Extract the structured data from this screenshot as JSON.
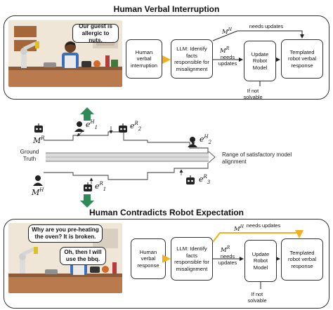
{
  "top": {
    "title": "Human Verbal Interruption",
    "speech": "Our guest is allergic to nuts.",
    "boxes": {
      "human": "Human verbal interruption",
      "llm": "LLM: Identify facts responsible for misalignment",
      "update": "Update Robot Model",
      "templated": "Templated robot verbal response"
    },
    "labels": {
      "mh_needs": "needs updates",
      "mr_needs": "needs updates",
      "not_solvable": "If not solvable"
    }
  },
  "middle": {
    "ground_truth": "Ground Truth",
    "range": "Range of satisfactory model alignment"
  },
  "bottom": {
    "title": "Human Contradicts Robot Expectation",
    "speech1": "Why are you pre-heating the oven? It is broken.",
    "speech2": "Oh, then I will use the bbq.",
    "boxes": {
      "human": "Human verbal response",
      "llm": "LLM: Identify facts responsible for misalignment",
      "update": "Update Robot Model",
      "templated": "Templated robot verbal response"
    },
    "labels": {
      "mh_needs": "needs updates",
      "mr_needs": "needs updates",
      "not_solvable": "If not solvable"
    }
  },
  "colors": {
    "accent_orange": "#f2b01e",
    "arrow_green": "#2e8b57",
    "scene_wall": "#efe6d8",
    "scene_counter": "#b97a4e"
  },
  "icons": [
    "robot-icon",
    "human-icon",
    "green-up-arrow",
    "green-down-arrow"
  ]
}
